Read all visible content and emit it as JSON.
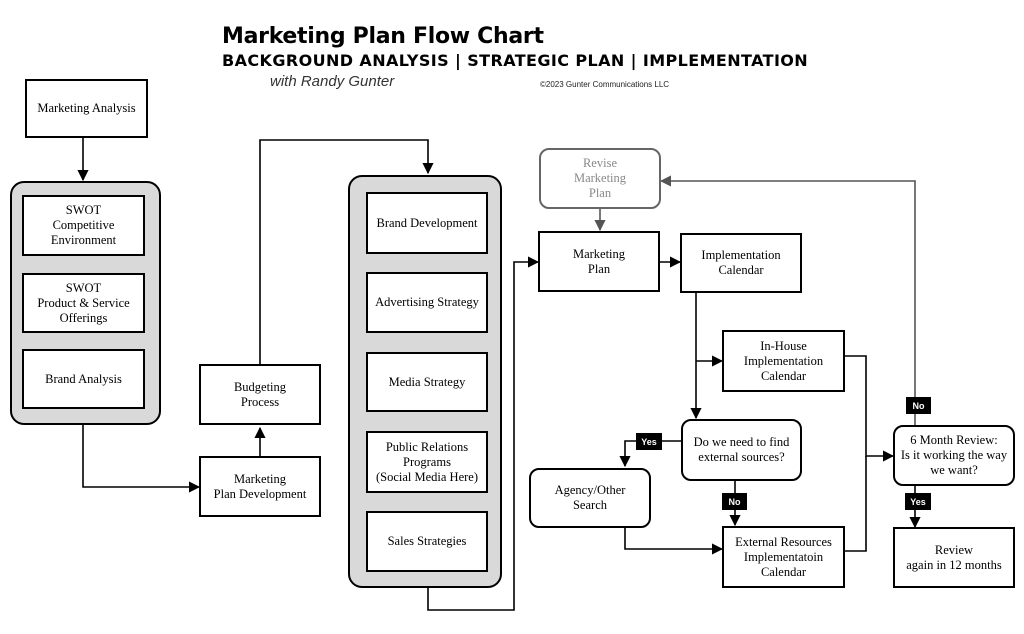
{
  "header": {
    "title": "Marketing Plan Flow Chart",
    "subtitle": "BACKGROUND ANALYSIS | STRATEGIC PLAN |  IMPLEMENTATION",
    "byline": "with Randy Gunter",
    "copyright": "©2023 Gunter Communications LLC"
  },
  "nodes": {
    "marketing_analysis": "Marketing Analysis",
    "swot_competitive": "SWOT\nCompetitive\nEnvironment",
    "swot_product": "SWOT\nProduct & Service\nOfferings",
    "brand_analysis": "Brand Analysis",
    "budgeting_process": "Budgeting\nProcess",
    "marketing_plan_development": "Marketing\nPlan Development",
    "brand_development": "Brand Development",
    "advertising_strategy": "Advertising Strategy",
    "media_strategy": "Media Strategy",
    "public_relations": "Public Relations\nPrograms\n(Social Media Here)",
    "sales_strategies": "Sales Strategies",
    "revise_marketing_plan": "Revise\nMarketing\nPlan",
    "marketing_plan": "Marketing\nPlan",
    "implementation_calendar": "Implementation\nCalendar",
    "inhouse_calendar": "In-House\nImplementation\nCalendar",
    "external_sources_question": "Do we need to find\nexternal sources?",
    "agency_search": "Agency/Other\nSearch",
    "external_resources_calendar": "External Resources\nImplementatoin\nCalendar",
    "six_month_review": "6 Month Review:\nIs it working the way\nwe want?",
    "review_12_months": "Review\nagain in 12 months"
  },
  "tags": {
    "yes_external": "Yes",
    "no_external": "No",
    "no_review": "No",
    "yes_review": "Yes"
  }
}
